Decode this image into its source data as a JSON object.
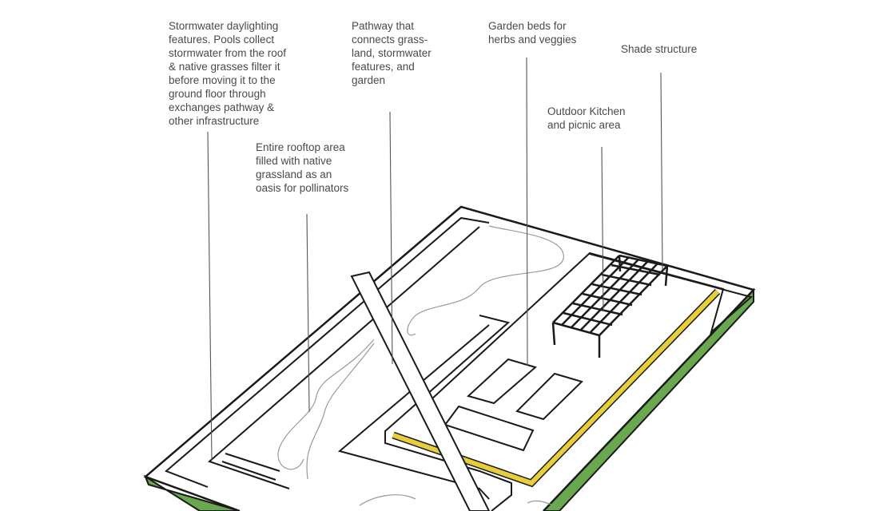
{
  "diagram": {
    "labels": {
      "stormwater": "Stormwater daylighting\nfeatures. Pools collect\nstormwater from the roof\n& native grasses filter it\nbefore moving it to the\nground floor through\nexchanges pathway &\nother infrastructure",
      "grassland": "Entire rooftop area\nfilled with native\ngrassland as an\noasis for pollinators",
      "pathway": "Pathway that\nconnects grass-\nland, stormwater\nfeatures, and\ngarden",
      "garden_beds": "Garden beds for\nherbs and veggies",
      "shade": "Shade structure",
      "kitchen": "Outdoor Kitchen\nand picnic area"
    },
    "colors": {
      "outline": "#1a1a1a",
      "leader": "#555555",
      "grass_edge": "#6aa84f",
      "yellow_path": "#e6cf3a",
      "contour": "#9a9a9a",
      "text": "#4a4a4a"
    }
  }
}
